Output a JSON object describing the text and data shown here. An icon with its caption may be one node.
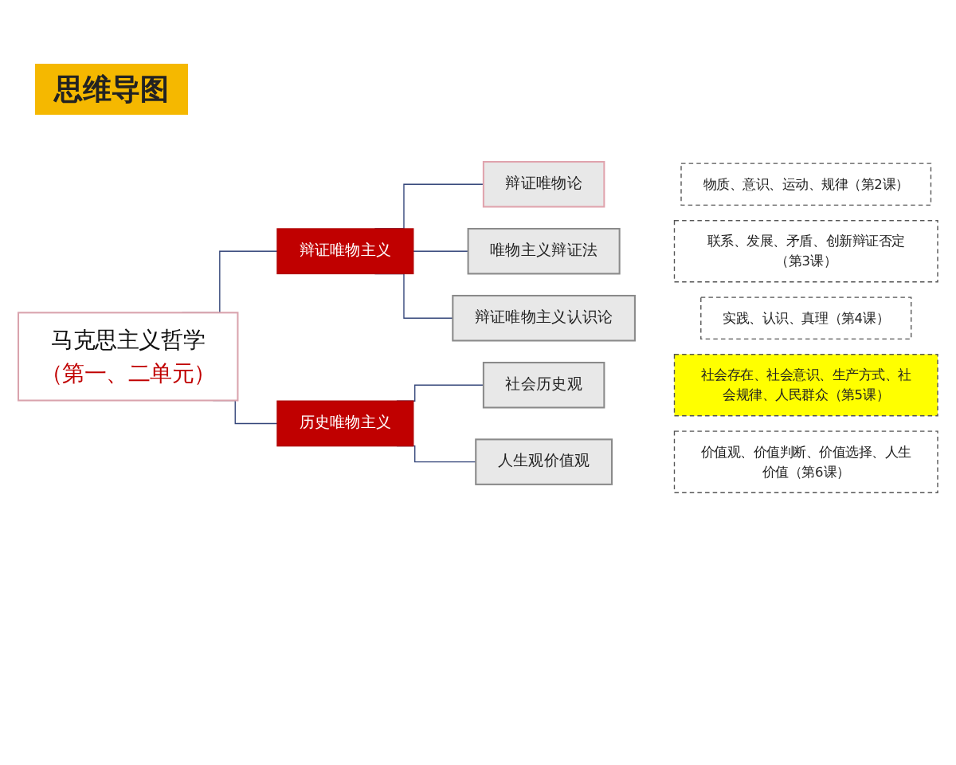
{
  "diagram": {
    "title": "思维导图",
    "nodes": [
      {
        "text": [
          "马克思主义哲学",
          "（第一、二单元）"
        ]
      },
      {
        "text": [
          "辩证唯物主义"
        ]
      },
      {
        "text": [
          "历史唯物主义"
        ]
      },
      {
        "text": [
          "辩证唯物论"
        ]
      },
      {
        "text": [
          "唯物主义辩证法"
        ]
      },
      {
        "text": [
          "辩证唯物主义认识论"
        ]
      },
      {
        "text": [
          "社会历史观"
        ]
      },
      {
        "text": [
          "人生观价值观"
        ]
      },
      {
        "text": [
          "物质、意识、运动、规律（第2课）"
        ]
      },
      {
        "text": [
          "联系、发展、矛盾、创新辩证否定（第3课）"
        ]
      },
      {
        "text": [
          "实践、认识、真理（第4课）"
        ]
      },
      {
        "text": [
          "社会存在、社会意识、生产方式、社会规律、人民群众（第5课）"
        ]
      },
      {
        "text": [
          "价值观、价值判断、价值选择、人生价值（第6课）"
        ]
      }
    ],
    "edges": [
      {
        "from": 0,
        "to": 1,
        "arrow": "none"
      },
      {
        "from": 0,
        "to": 2,
        "arrow": "none"
      },
      {
        "from": 1,
        "to": 3,
        "arrow": "none"
      },
      {
        "from": 1,
        "to": 4,
        "arrow": "none"
      },
      {
        "from": 1,
        "to": 5,
        "arrow": "none"
      },
      {
        "from": 2,
        "to": 6,
        "arrow": "none"
      },
      {
        "from": 2,
        "to": 7,
        "arrow": "none"
      }
    ]
  }
}
